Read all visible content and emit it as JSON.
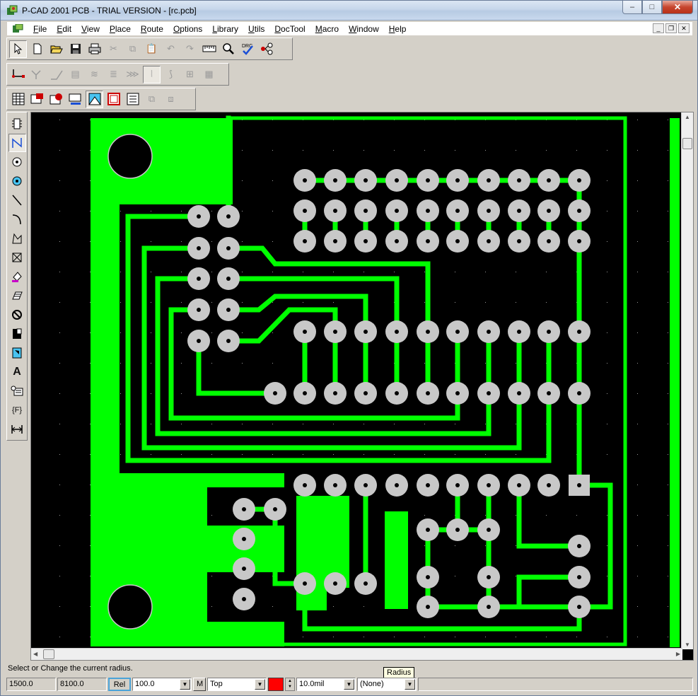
{
  "window": {
    "title": "P-CAD 2001 PCB - TRIAL VERSION  - [rc.pcb]",
    "min_glyph": "‒",
    "max_glyph": "□",
    "close_glyph": "✕"
  },
  "menu": {
    "items": [
      "File",
      "Edit",
      "View",
      "Place",
      "Route",
      "Options",
      "Library",
      "Utils",
      "DocTool",
      "Macro",
      "Window",
      "Help"
    ],
    "mnemonics": [
      "F",
      "E",
      "V",
      "P",
      "R",
      "O",
      "L",
      "U",
      "D",
      "M",
      "W",
      "H"
    ]
  },
  "toolbars": {
    "row1": [
      "select-arrow-icon",
      "new-file-icon",
      "open-folder-icon",
      "save-icon",
      "print-icon",
      "cut-icon",
      "copy-icon",
      "paste-icon",
      "undo-icon",
      "redo-icon",
      "measure-icon",
      "zoom-icon",
      "drc-icon",
      "netlist-icon"
    ],
    "row2": [
      "route-manual-icon",
      "route-interactive-icon",
      "route-miter-icon",
      "bus-route-icon",
      "multi-trace-icon",
      "fanout-icon",
      "push-traces-icon",
      "gloss-icon",
      "hug-trace-icon",
      "via-icon",
      "bga-icon"
    ],
    "row3": [
      "layers-icon",
      "pad-styles-icon",
      "via-styles-icon",
      "layer-sets-icon",
      "display-icon",
      "grid-icon",
      "list-icon",
      "place-component-icon",
      "swap-icon"
    ]
  },
  "left_tools": [
    "place-component-tool",
    "place-connection-tool",
    "place-pad-tool",
    "place-via-tool",
    "place-line-tool",
    "place-arc-tool",
    "place-polygon-tool",
    "place-cutout-tool",
    "place-copper-pour-tool",
    "place-plane-tool",
    "place-keepout-tool",
    "place-room-tool",
    "place-pickpoint-tool",
    "place-text-tool",
    "place-attribute-tool",
    "place-field-tool",
    "place-dimension-tool"
  ],
  "left_tools_text": {
    "text": "A",
    "field": "{F}"
  },
  "status": {
    "message": "Select or Change the current radius.",
    "tooltip": "Radius",
    "x_coord": "1500.0",
    "y_coord": "8100.0",
    "rel_label": "Rel",
    "zoom": "100.0",
    "m_label": "M",
    "layer": "Top",
    "layer_color": "#ff0000",
    "width": "10.0mil",
    "net": "(None)"
  },
  "pcb": {
    "board_color": "#000000",
    "copper_color": "#00ff00",
    "pad_color": "#c8c8c8"
  }
}
